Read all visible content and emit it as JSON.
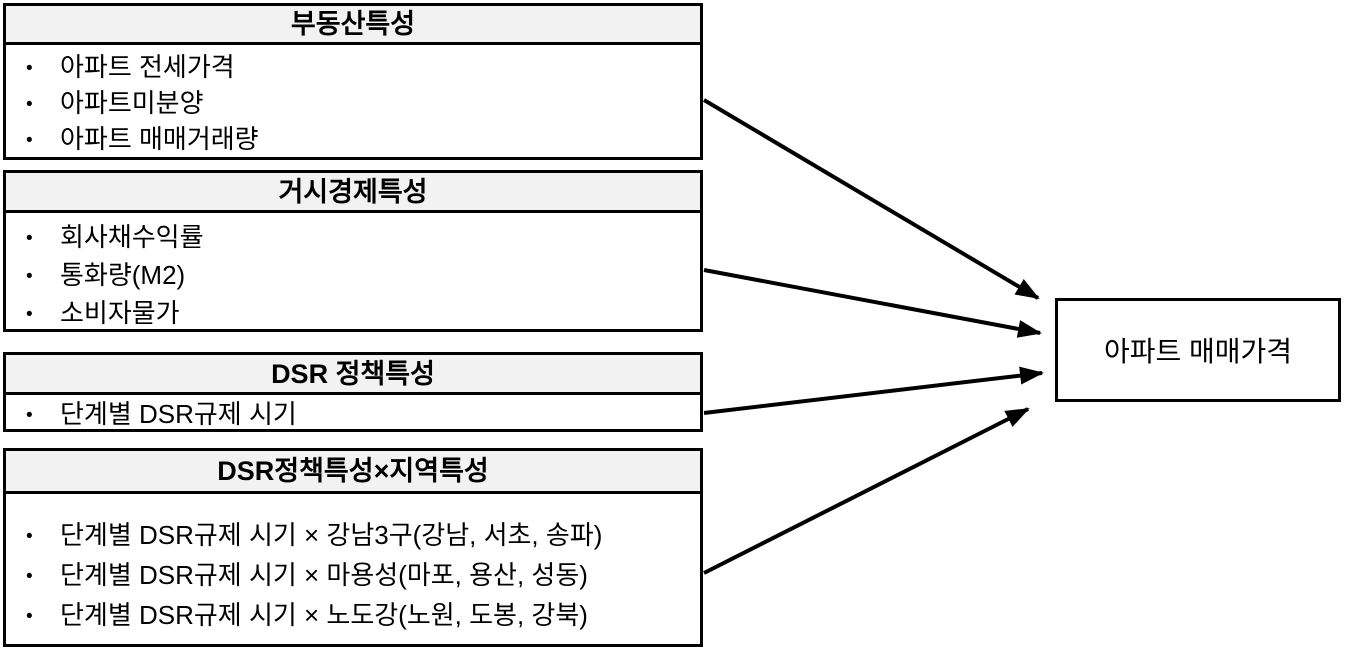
{
  "diagram": {
    "bullet_char": "•",
    "colors": {
      "border": "#000000",
      "header_background": "#f2f2f2",
      "canvas_background": "#ffffff",
      "arrow": "#000000",
      "text": "#000000"
    },
    "boxes": [
      {
        "id": "real-estate",
        "title": "부동산특성",
        "items": [
          "아파트 전세가격",
          "아파트미분양",
          "아파트 매매거래량"
        ]
      },
      {
        "id": "macro-economy",
        "title": "거시경제특성",
        "items": [
          "회사채수익률",
          "통화량(M2)",
          "소비자물가"
        ]
      },
      {
        "id": "dsr-policy",
        "title": "DSR 정책특성",
        "items": [
          "단계별 DSR규제 시기"
        ]
      },
      {
        "id": "dsr-policy-region",
        "title": "DSR정책특성×지역특성",
        "items": [
          "단계별 DSR규제 시기 × 강남3구(강남, 서초, 송파)",
          "단계별 DSR규제 시기 × 마용성(마포, 용산, 성동)",
          "단계별 DSR규제 시기 × 노도강(노원, 도봉, 강북)"
        ]
      }
    ],
    "target": {
      "label": "아파트 매매가격"
    },
    "arrows": [
      {
        "from": "real-estate",
        "to": "target"
      },
      {
        "from": "macro-economy",
        "to": "target"
      },
      {
        "from": "dsr-policy",
        "to": "target"
      },
      {
        "from": "dsr-policy-region",
        "to": "target"
      }
    ]
  }
}
